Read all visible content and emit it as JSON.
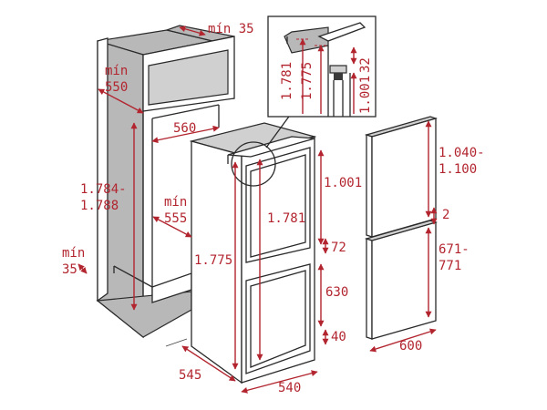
{
  "labels": {
    "min35_top": "mín 35",
    "min550_a": "mín",
    "min550_b": "550",
    "w560": "560",
    "h1784_a": "1.784-",
    "h1784_b": "1.788",
    "min555_a": "mín",
    "min555_b": "555",
    "min35_left_a": "mín",
    "min35_left_b": "35",
    "h1775": "1.775",
    "h1781": "1.781",
    "h1001": "1.001",
    "h72": "72",
    "h630": "630",
    "h40": "40",
    "d545": "545",
    "w540": "540",
    "detail_1781": "1.781",
    "detail_1775": "1.775",
    "detail_32": "32",
    "detail_1001": "1.001",
    "door_1040_a": "1.040-",
    "door_1040_b": "1.100",
    "door_gap": "2",
    "door_671_a": "671-",
    "door_671_b": "771",
    "door_w600": "600"
  },
  "colors": {
    "dimension": "#b2252f",
    "outline": "#2a2a2a",
    "panel_gray": "#b8b8b8"
  }
}
